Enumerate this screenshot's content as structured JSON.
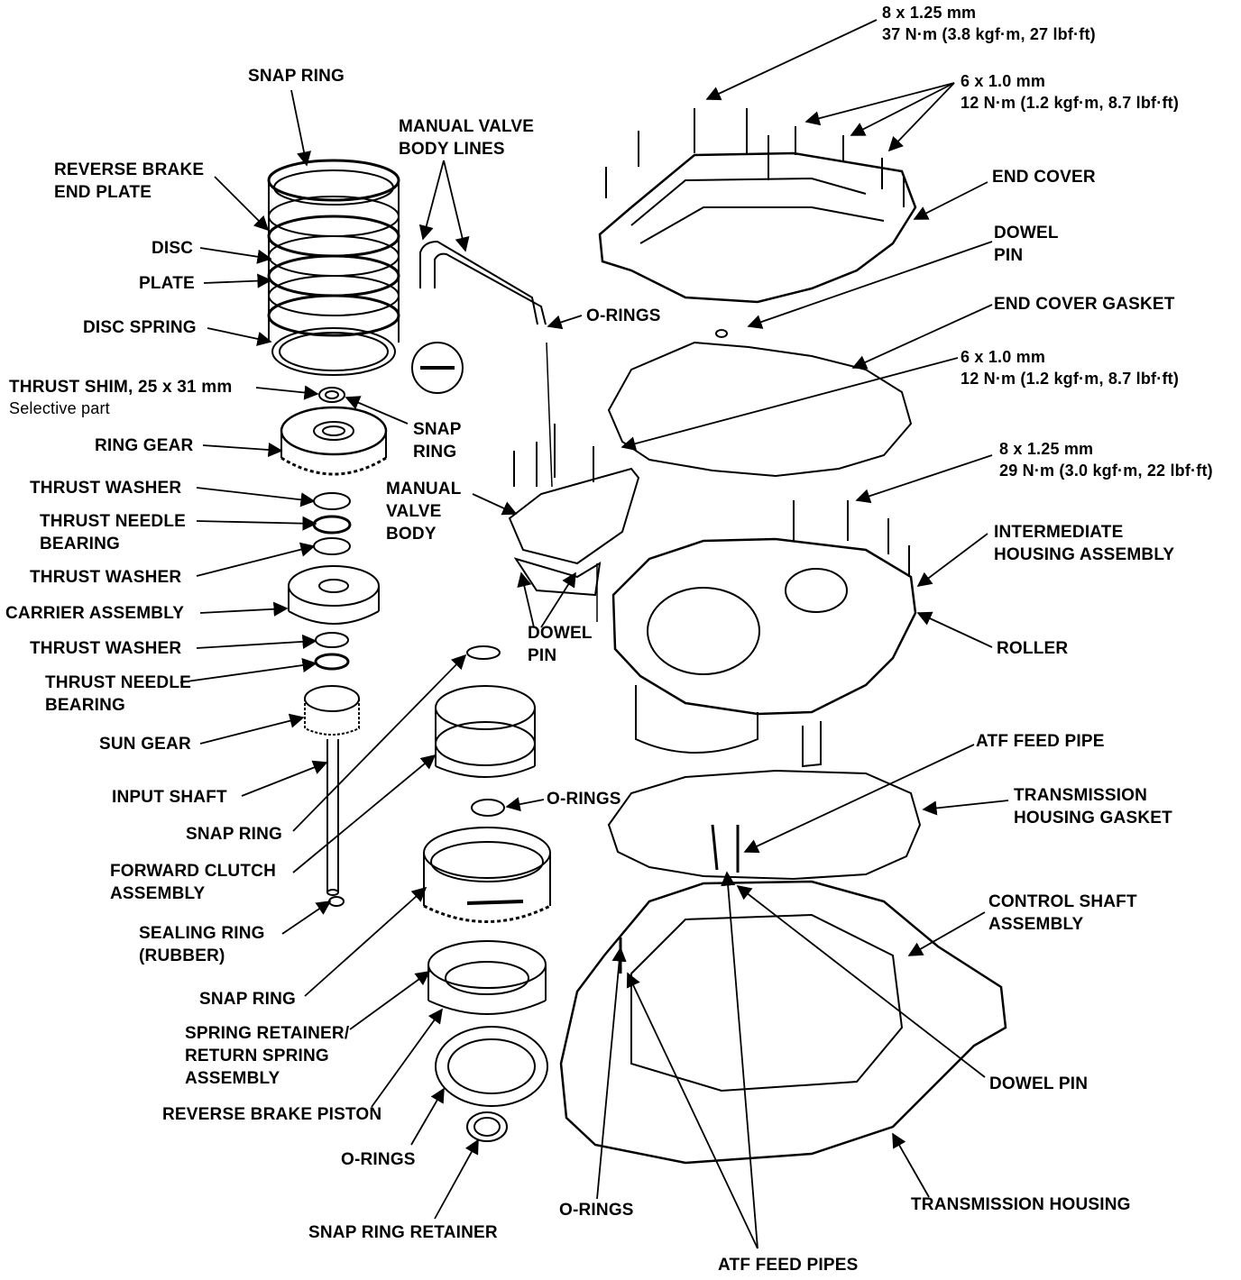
{
  "colors": {
    "ink": "#000000",
    "paper": "#ffffff"
  },
  "labels": {
    "snap_ring_top": "SNAP RING",
    "reverse_brake_end_plate": "REVERSE BRAKE\nEND PLATE",
    "disc": "DISC",
    "plate": "PLATE",
    "disc_spring": "DISC SPRING",
    "thrust_shim": "THRUST SHIM, 25 x 31 mm",
    "selective_part": "Selective part",
    "snap_ring_ring_gear": "SNAP\nRING",
    "ring_gear": "RING GEAR",
    "thrust_washer_1": "THRUST WASHER",
    "thrust_needle_bearing_1": "THRUST NEEDLE\nBEARING",
    "thrust_washer_2": "THRUST WASHER",
    "carrier_assembly": "CARRIER ASSEMBLY",
    "thrust_washer_3": "THRUST WASHER",
    "thrust_needle_bearing_2": "THRUST NEEDLE\nBEARING",
    "sun_gear": "SUN GEAR",
    "input_shaft": "INPUT SHAFT",
    "snap_ring_input": "SNAP RING",
    "forward_clutch_assembly": "FORWARD CLUTCH\nASSEMBLY",
    "sealing_ring": "SEALING RING\n(RUBBER)",
    "snap_ring_lower": "SNAP RING",
    "spring_retainer": "SPRING RETAINER/\nRETURN SPRING\nASSEMBLY",
    "reverse_brake_piston": "REVERSE BRAKE PISTON",
    "o_rings_bottom": "O-RINGS",
    "snap_ring_retainer": "SNAP RING RETAINER",
    "manual_valve_body_lines": "MANUAL VALVE\nBODY LINES",
    "o_rings_lines": "O-RINGS",
    "manual_valve_body": "MANUAL\nVALVE\nBODY",
    "dowel_pin_valve": "DOWEL\nPIN",
    "o_rings_clutch": "O-RINGS",
    "spec_8x125_top": "8 x 1.25 mm\n37 N·m (3.8 kgf·m, 27 lbf·ft)",
    "spec_6x10_top": "6 x 1.0 mm\n12 N·m (1.2 kgf·m, 8.7 lbf·ft)",
    "end_cover": "END COVER",
    "dowel_pin_cover": "DOWEL\nPIN",
    "end_cover_gasket": "END COVER GASKET",
    "spec_6x10_mid": "6 x 1.0 mm\n12 N·m (1.2 kgf·m, 8.7 lbf·ft)",
    "spec_8x125_mid": "8 x 1.25 mm\n29 N·m (3.0 kgf·m, 22 lbf·ft)",
    "intermediate_housing": "INTERMEDIATE\nHOUSING ASSEMBLY",
    "roller": "ROLLER",
    "atf_feed_pipe": "ATF FEED PIPE",
    "transmission_housing_gasket": "TRANSMISSION\nHOUSING GASKET",
    "control_shaft_assembly": "CONTROL SHAFT\nASSEMBLY",
    "dowel_pin_housing": "DOWEL PIN",
    "transmission_housing": "TRANSMISSION HOUSING",
    "o_rings_housing": "O-RINGS",
    "atf_feed_pipes": "ATF FEED PIPES"
  }
}
